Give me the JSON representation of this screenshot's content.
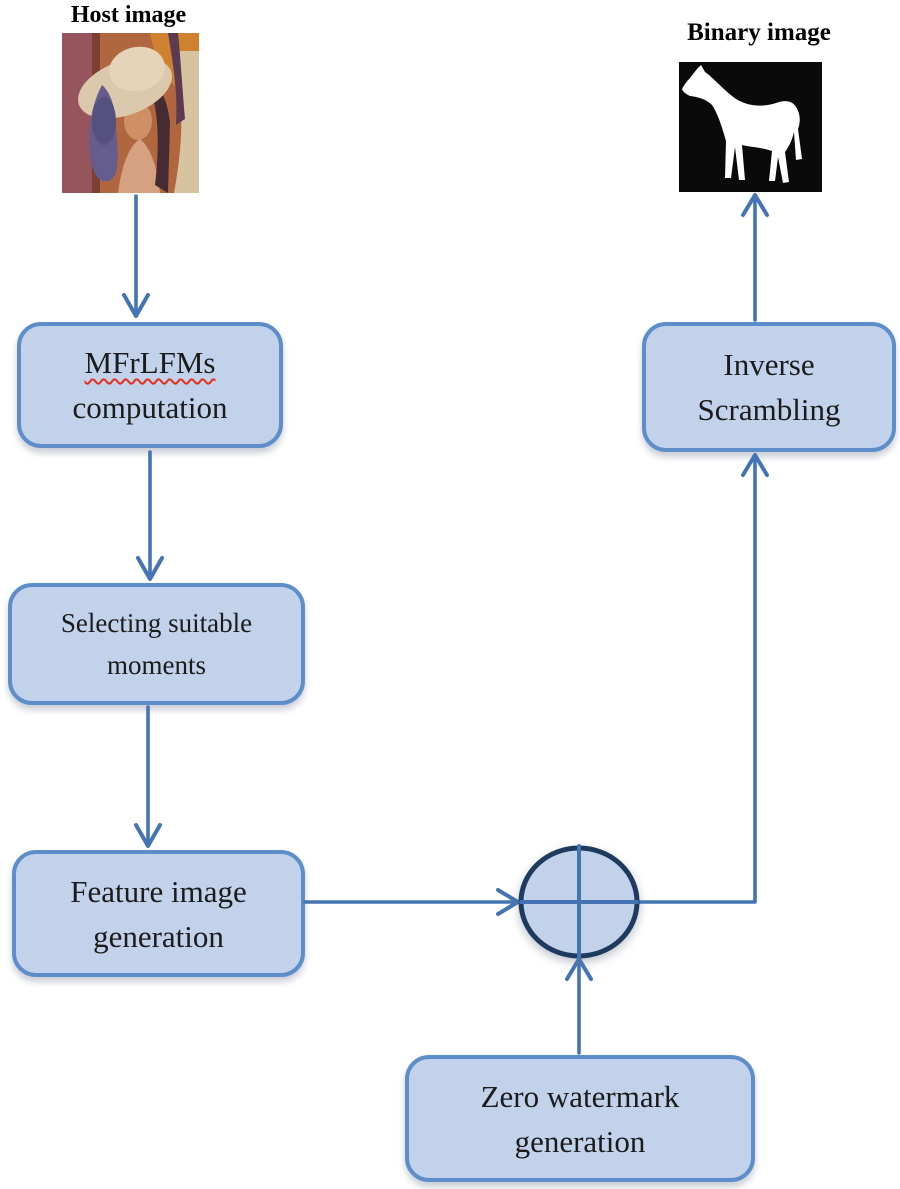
{
  "theme": {
    "box-fill": "#c1d2ea",
    "box-border": "#5e8ec9",
    "arrow": "#4474b4",
    "xor-border": "#1e3a5f",
    "text": "#1b1b1b",
    "misspell": "#e0301e"
  },
  "labels": {
    "host_image": "Host image",
    "binary_image": "Binary image"
  },
  "nodes": {
    "mfrlfms": {
      "line1": "MFrLFMs",
      "line2": "computation"
    },
    "selecting": {
      "line1": "Selecting suitable",
      "line2": "moments"
    },
    "feature": {
      "line1": "Feature image",
      "line2": "generation"
    },
    "zero_watermark": {
      "line1": "Zero watermark",
      "line2": "generation"
    },
    "inverse_scrambling": {
      "line1": "Inverse",
      "line2": "Scrambling"
    }
  },
  "icons": {
    "xor": "xor-circle-icon",
    "host_thumbnail": "lena-photo",
    "binary_thumbnail": "horse-silhouette"
  }
}
